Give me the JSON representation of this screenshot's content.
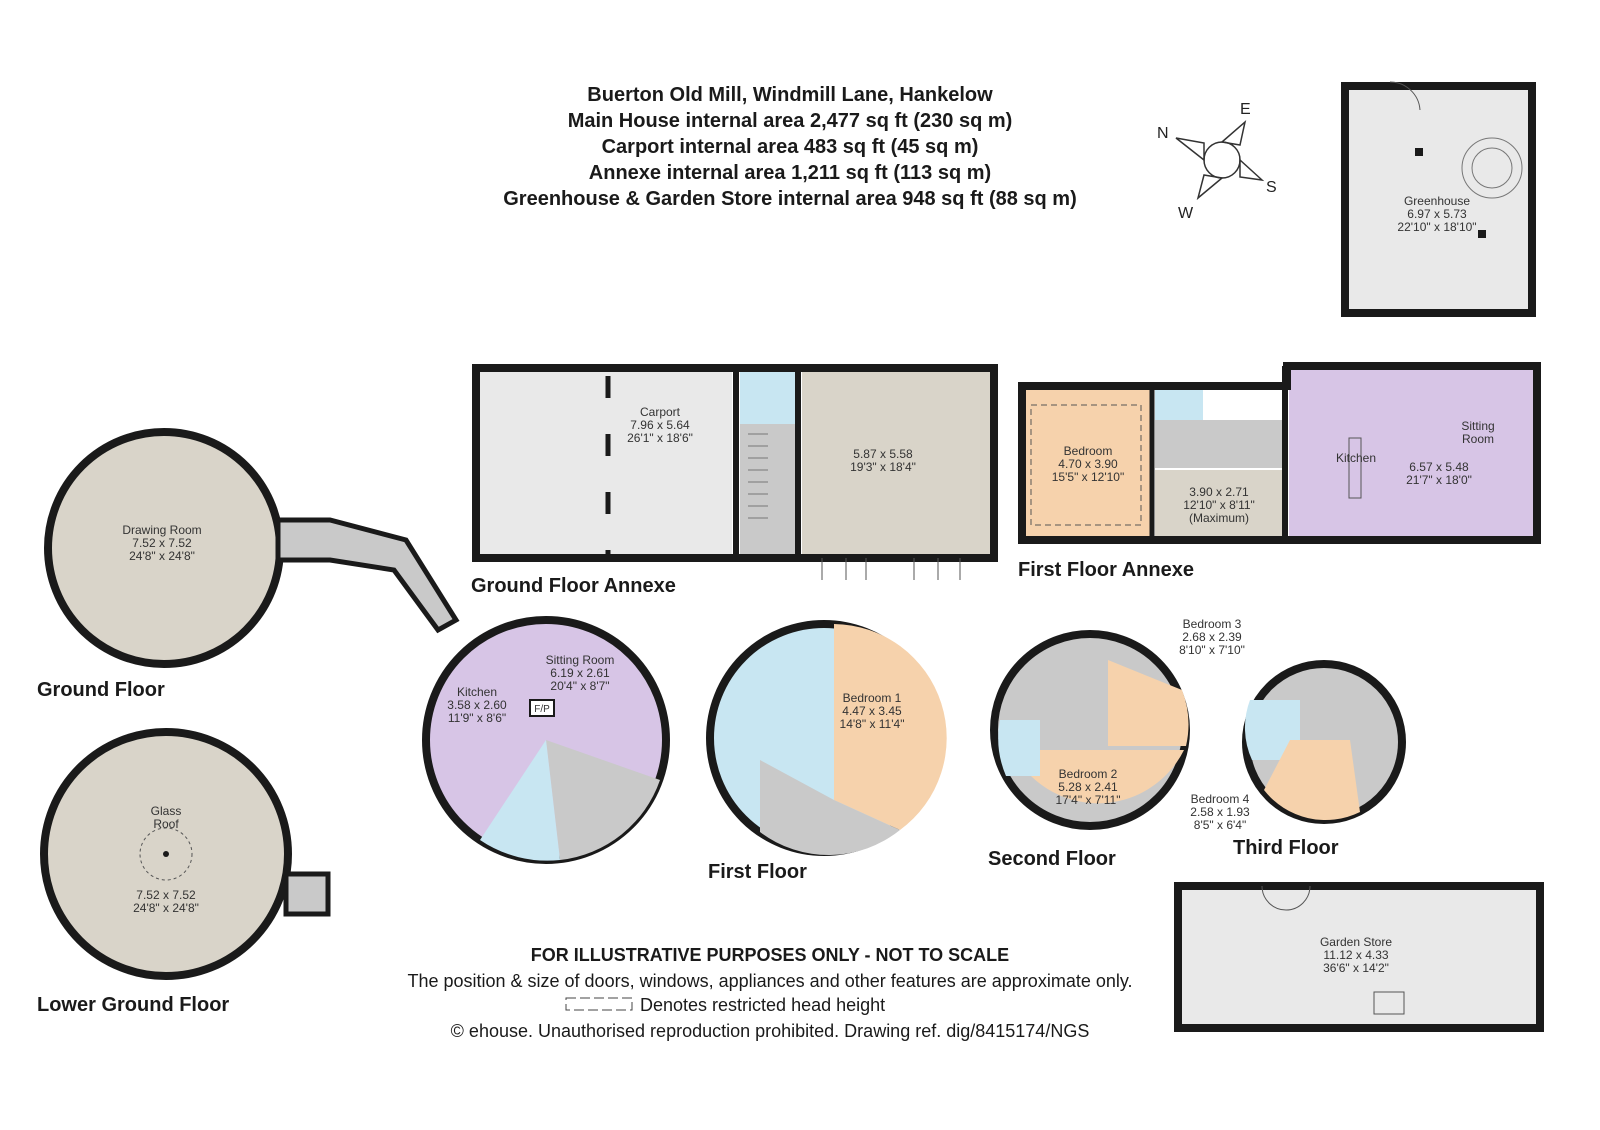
{
  "header": {
    "address": "Buerton Old Mill, Windmill Lane, Hankelow",
    "main_house_area": "Main House internal area 2,477 sq ft (230 sq m)",
    "carport_area": "Carport internal area 483 sq ft (45 sq m)",
    "annexe_area": "Annexe internal area 1,211 sq ft (113 sq m)",
    "greenhouse_area": "Greenhouse & Garden Store internal area 948 sq ft (88 sq m)"
  },
  "compass": {
    "n": "N",
    "e": "E",
    "s": "S",
    "w": "W"
  },
  "floor_labels": {
    "ground_floor": "Ground Floor",
    "lower_ground_floor": "Lower Ground Floor",
    "ground_floor_annexe": "Ground Floor Annexe",
    "first_floor_annexe": "First Floor Annexe",
    "first_floor": "First Floor",
    "second_floor": "Second Floor",
    "third_floor": "Third Floor"
  },
  "rooms": {
    "greenhouse": {
      "name": "Greenhouse",
      "metric": "6.97 x 5.73",
      "imperial": "22'10\" x 18'10\""
    },
    "carport": {
      "name": "Carport",
      "metric": "7.96 x 5.64",
      "imperial": "26'1\" x 18'6\""
    },
    "annexe_ground_room": {
      "metric": "5.87 x 5.58",
      "imperial": "19'3\" x 18'4\""
    },
    "annexe_bedroom": {
      "name": "Bedroom",
      "metric": "4.70 x 3.90",
      "imperial": "15'5\" x 12'10\""
    },
    "annexe_middle_room": {
      "metric": "3.90 x 2.71",
      "imperial": "12'10\" x 8'11\"",
      "note": "(Maximum)"
    },
    "annexe_sitting": {
      "name_line1": "Sitting",
      "name_line2": "Room",
      "metric": "6.57 x 5.48",
      "imperial": "21'7\" x 18'0\""
    },
    "annexe_kitchen": {
      "name": "Kitchen"
    },
    "drawing_room": {
      "name": "Drawing Room",
      "metric": "7.52 x 7.52",
      "imperial": "24'8\" x 24'8\""
    },
    "glass_roof_room": {
      "name_line1": "Glass",
      "name_line2": "Roof",
      "metric": "7.52 x 7.52",
      "imperial": "24'8\" x 24'8\""
    },
    "sitting_room": {
      "name": "Sitting Room",
      "metric": "6.19 x 2.61",
      "imperial": "20'4\" x 8'7\""
    },
    "kitchen": {
      "name": "Kitchen",
      "metric": "3.58 x 2.60",
      "imperial": "11'9\" x 8'6\""
    },
    "fireplace": {
      "label": "F/P"
    },
    "bedroom1": {
      "name": "Bedroom 1",
      "metric": "4.47 x 3.45",
      "imperial": "14'8\" x 11'4\""
    },
    "bedroom2": {
      "name": "Bedroom 2",
      "metric": "5.28 x 2.41",
      "imperial": "17'4\" x 7'11\""
    },
    "bedroom3": {
      "name": "Bedroom 3",
      "metric": "2.68 x 2.39",
      "imperial": "8'10\" x 7'10\""
    },
    "bedroom4": {
      "name": "Bedroom 4",
      "metric": "2.58 x 1.93",
      "imperial": "8'5\" x 6'4\""
    },
    "garden_store": {
      "name": "Garden Store",
      "metric": "11.12 x 4.33",
      "imperial": "36'6\" x 14'2\""
    }
  },
  "disclaimer": {
    "line1": "FOR ILLUSTRATIVE PURPOSES ONLY - NOT TO SCALE",
    "line2": "The position & size of doors, windows, appliances and other features are approximate only.",
    "line3": "Denotes restricted head height",
    "line4": "© ehouse. Unauthorised reproduction prohibited. Drawing ref. dig/8415174/NGS"
  },
  "colors": {
    "wall": "#1a1a1a",
    "beige": "#d9d4c9",
    "grey": "#c9c9c9",
    "light_grey": "#e9e9e9",
    "purple": "#d7c5e6",
    "orange": "#f6d2ac",
    "blue": "#c8e6f2"
  }
}
